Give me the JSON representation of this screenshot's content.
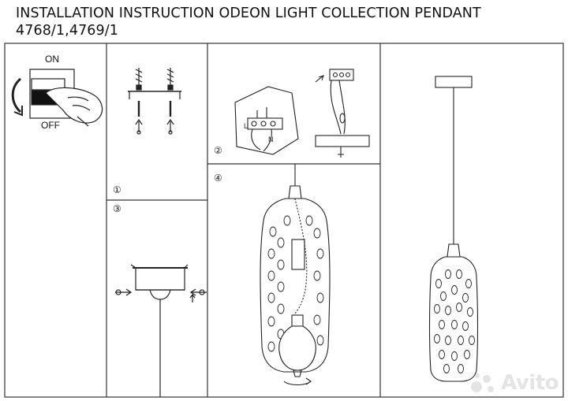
{
  "header": {
    "title_line1": "INSTALLATION INSTRUCTION ODEON LIGHT COLLECTION PENDANT",
    "title_line2": "4768/1,4769/1"
  },
  "switch": {
    "on_label": "ON",
    "off_label": "OFF"
  },
  "steps": {
    "step1": "①",
    "step2": "②",
    "step3": "③",
    "step4": "④"
  },
  "wiring": {
    "live_symbol": "L",
    "neutral_symbol": "N"
  },
  "watermark": {
    "text": "Avito"
  },
  "colors": {
    "line": "#222222",
    "frame": "#333333",
    "watermark": "#cfcfcf"
  }
}
